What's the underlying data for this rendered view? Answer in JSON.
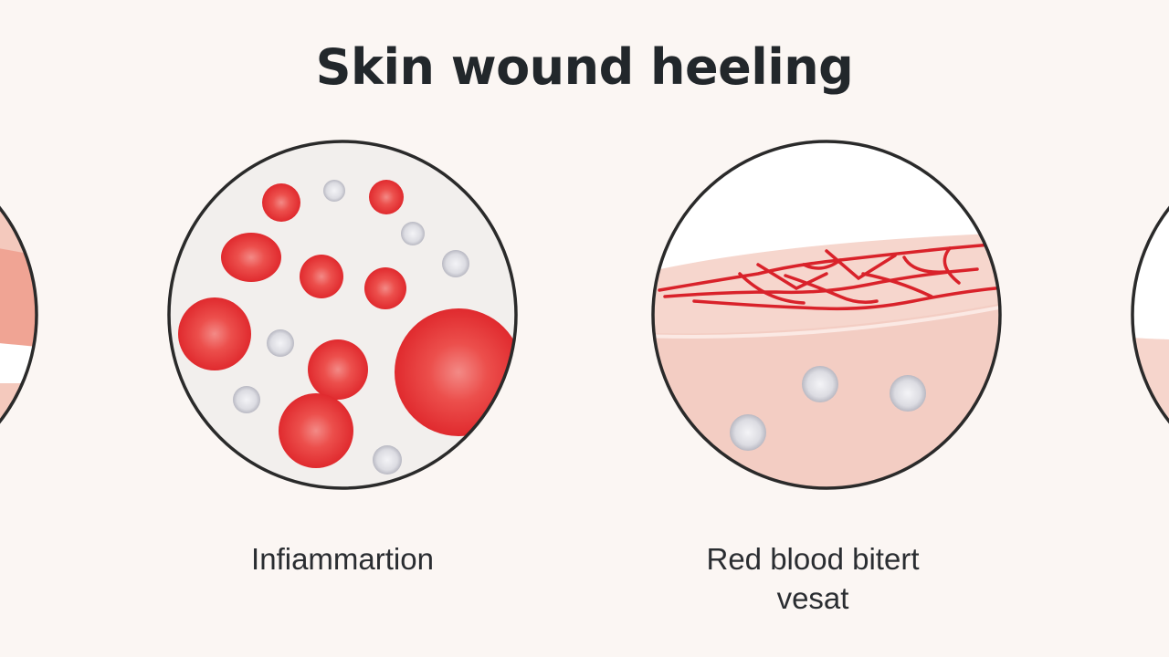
{
  "title": "Skin wound heeling",
  "panels": [
    {
      "caption": "Infiammartion"
    },
    {
      "caption_line1": "Red blood bitert",
      "caption_line2": "vesat"
    }
  ],
  "colors": {
    "background": "#fbf6f3",
    "outline": "#2a2a2a",
    "red_cell": "#e8383a",
    "skin": "#f6d5cc",
    "vessel": "#d9222a",
    "white_cell": "#d9d9de"
  }
}
